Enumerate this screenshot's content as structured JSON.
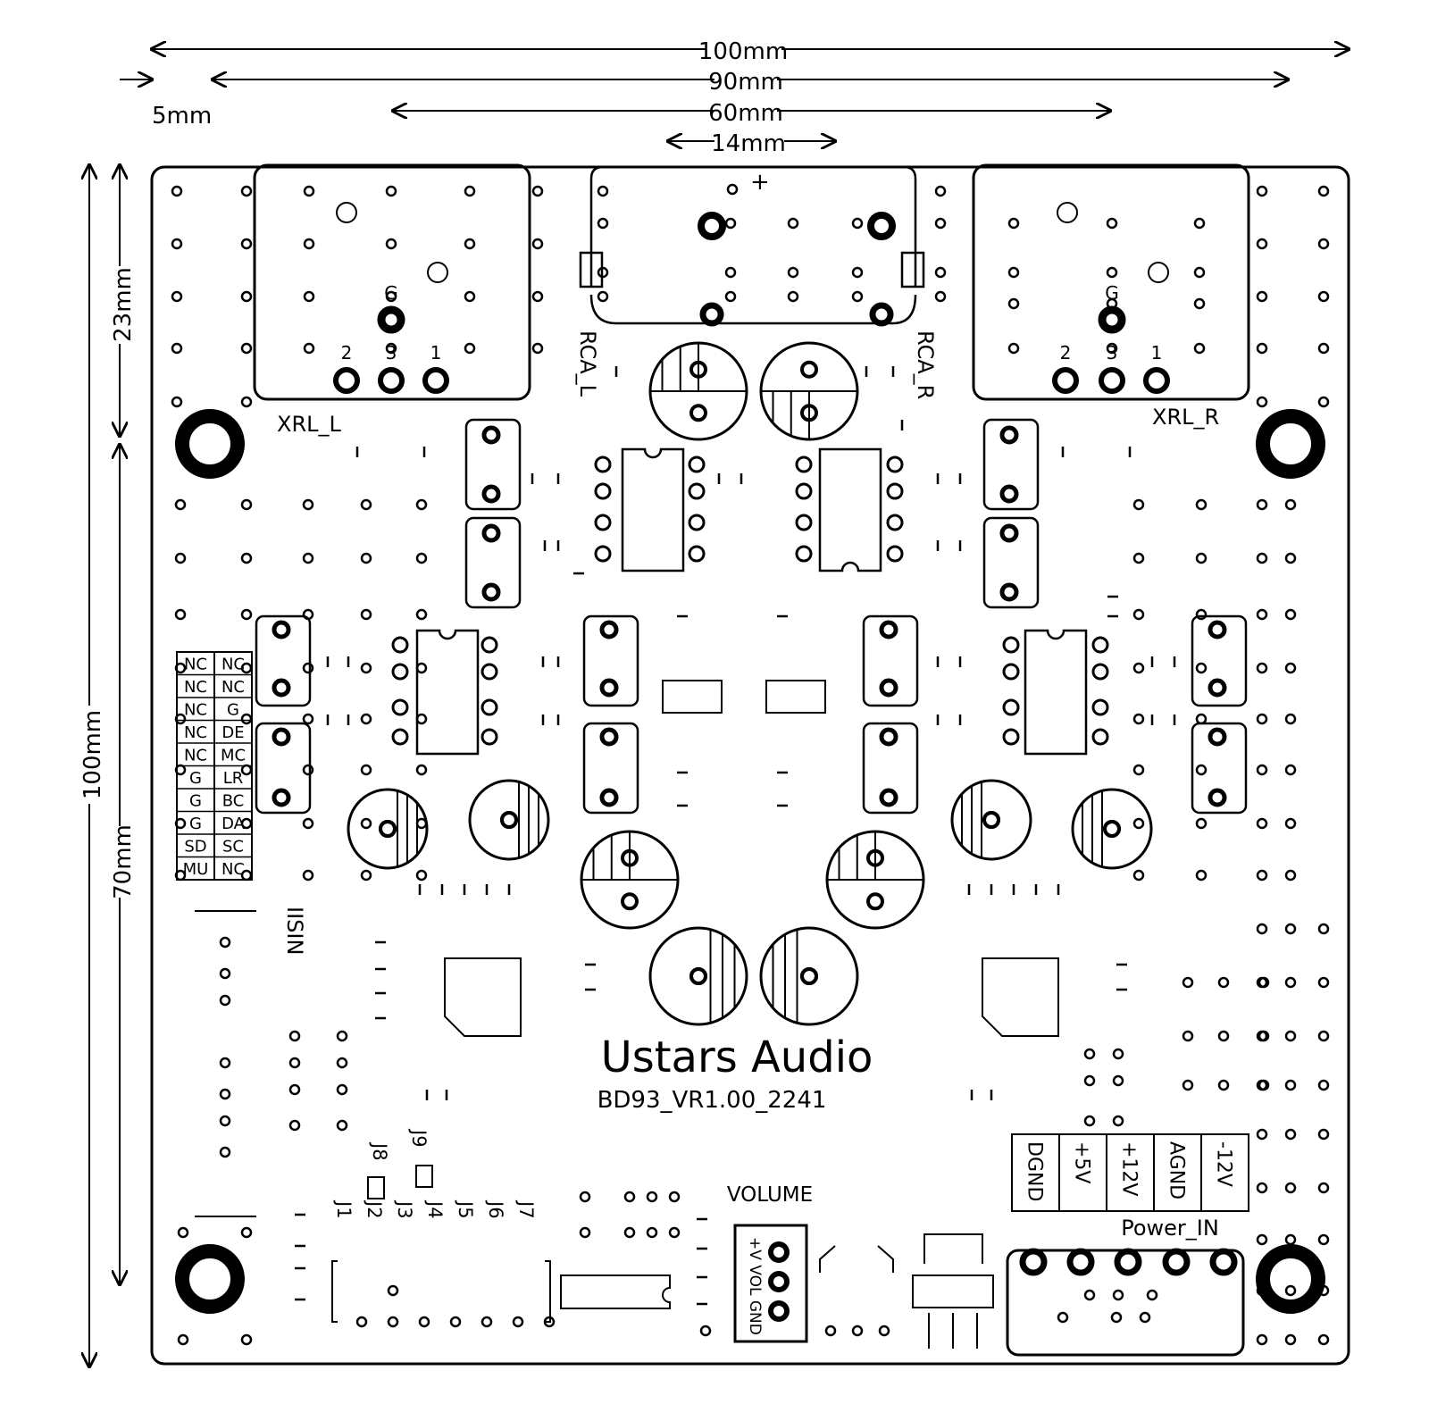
{
  "dimensions": {
    "width_100": "100mm",
    "width_90": "90mm",
    "width_60": "60mm",
    "width_14": "14mm",
    "offset_5": "5mm",
    "height_100": "100mm",
    "height_23": "23mm",
    "height_70": "70mm"
  },
  "connectors": {
    "xlr_left": "XRL_L",
    "xlr_right": "XRL_R",
    "rca_left": "RCA_L",
    "rca_right": "RCA_R",
    "rca_plus": "+",
    "xlr_pins": [
      "2",
      "3",
      "1"
    ],
    "ground": "G"
  },
  "i2s_label": "IISIN",
  "i2s_pins": [
    [
      "NC",
      "NC"
    ],
    [
      "NC",
      "NC"
    ],
    [
      "NC",
      "G"
    ],
    [
      "NC",
      "DE"
    ],
    [
      "NC",
      "MC"
    ],
    [
      "G",
      "LR"
    ],
    [
      "G",
      "BC"
    ],
    [
      "G",
      "DA"
    ],
    [
      "SD",
      "SC"
    ],
    [
      "MU",
      "NC"
    ]
  ],
  "brand": "Ustars Audio",
  "version": "BD93_VR1.00_2241",
  "jumpers": [
    "J1",
    "J2",
    "J3",
    "J4",
    "J5",
    "J6",
    "J7",
    "J8",
    "J9"
  ],
  "volume": {
    "title": "VOLUME",
    "pins": "+V VOL GND"
  },
  "power": {
    "title": "Power_IN",
    "pins": [
      "DGND",
      "+5V",
      "+12V",
      "AGND",
      "-12V"
    ]
  }
}
